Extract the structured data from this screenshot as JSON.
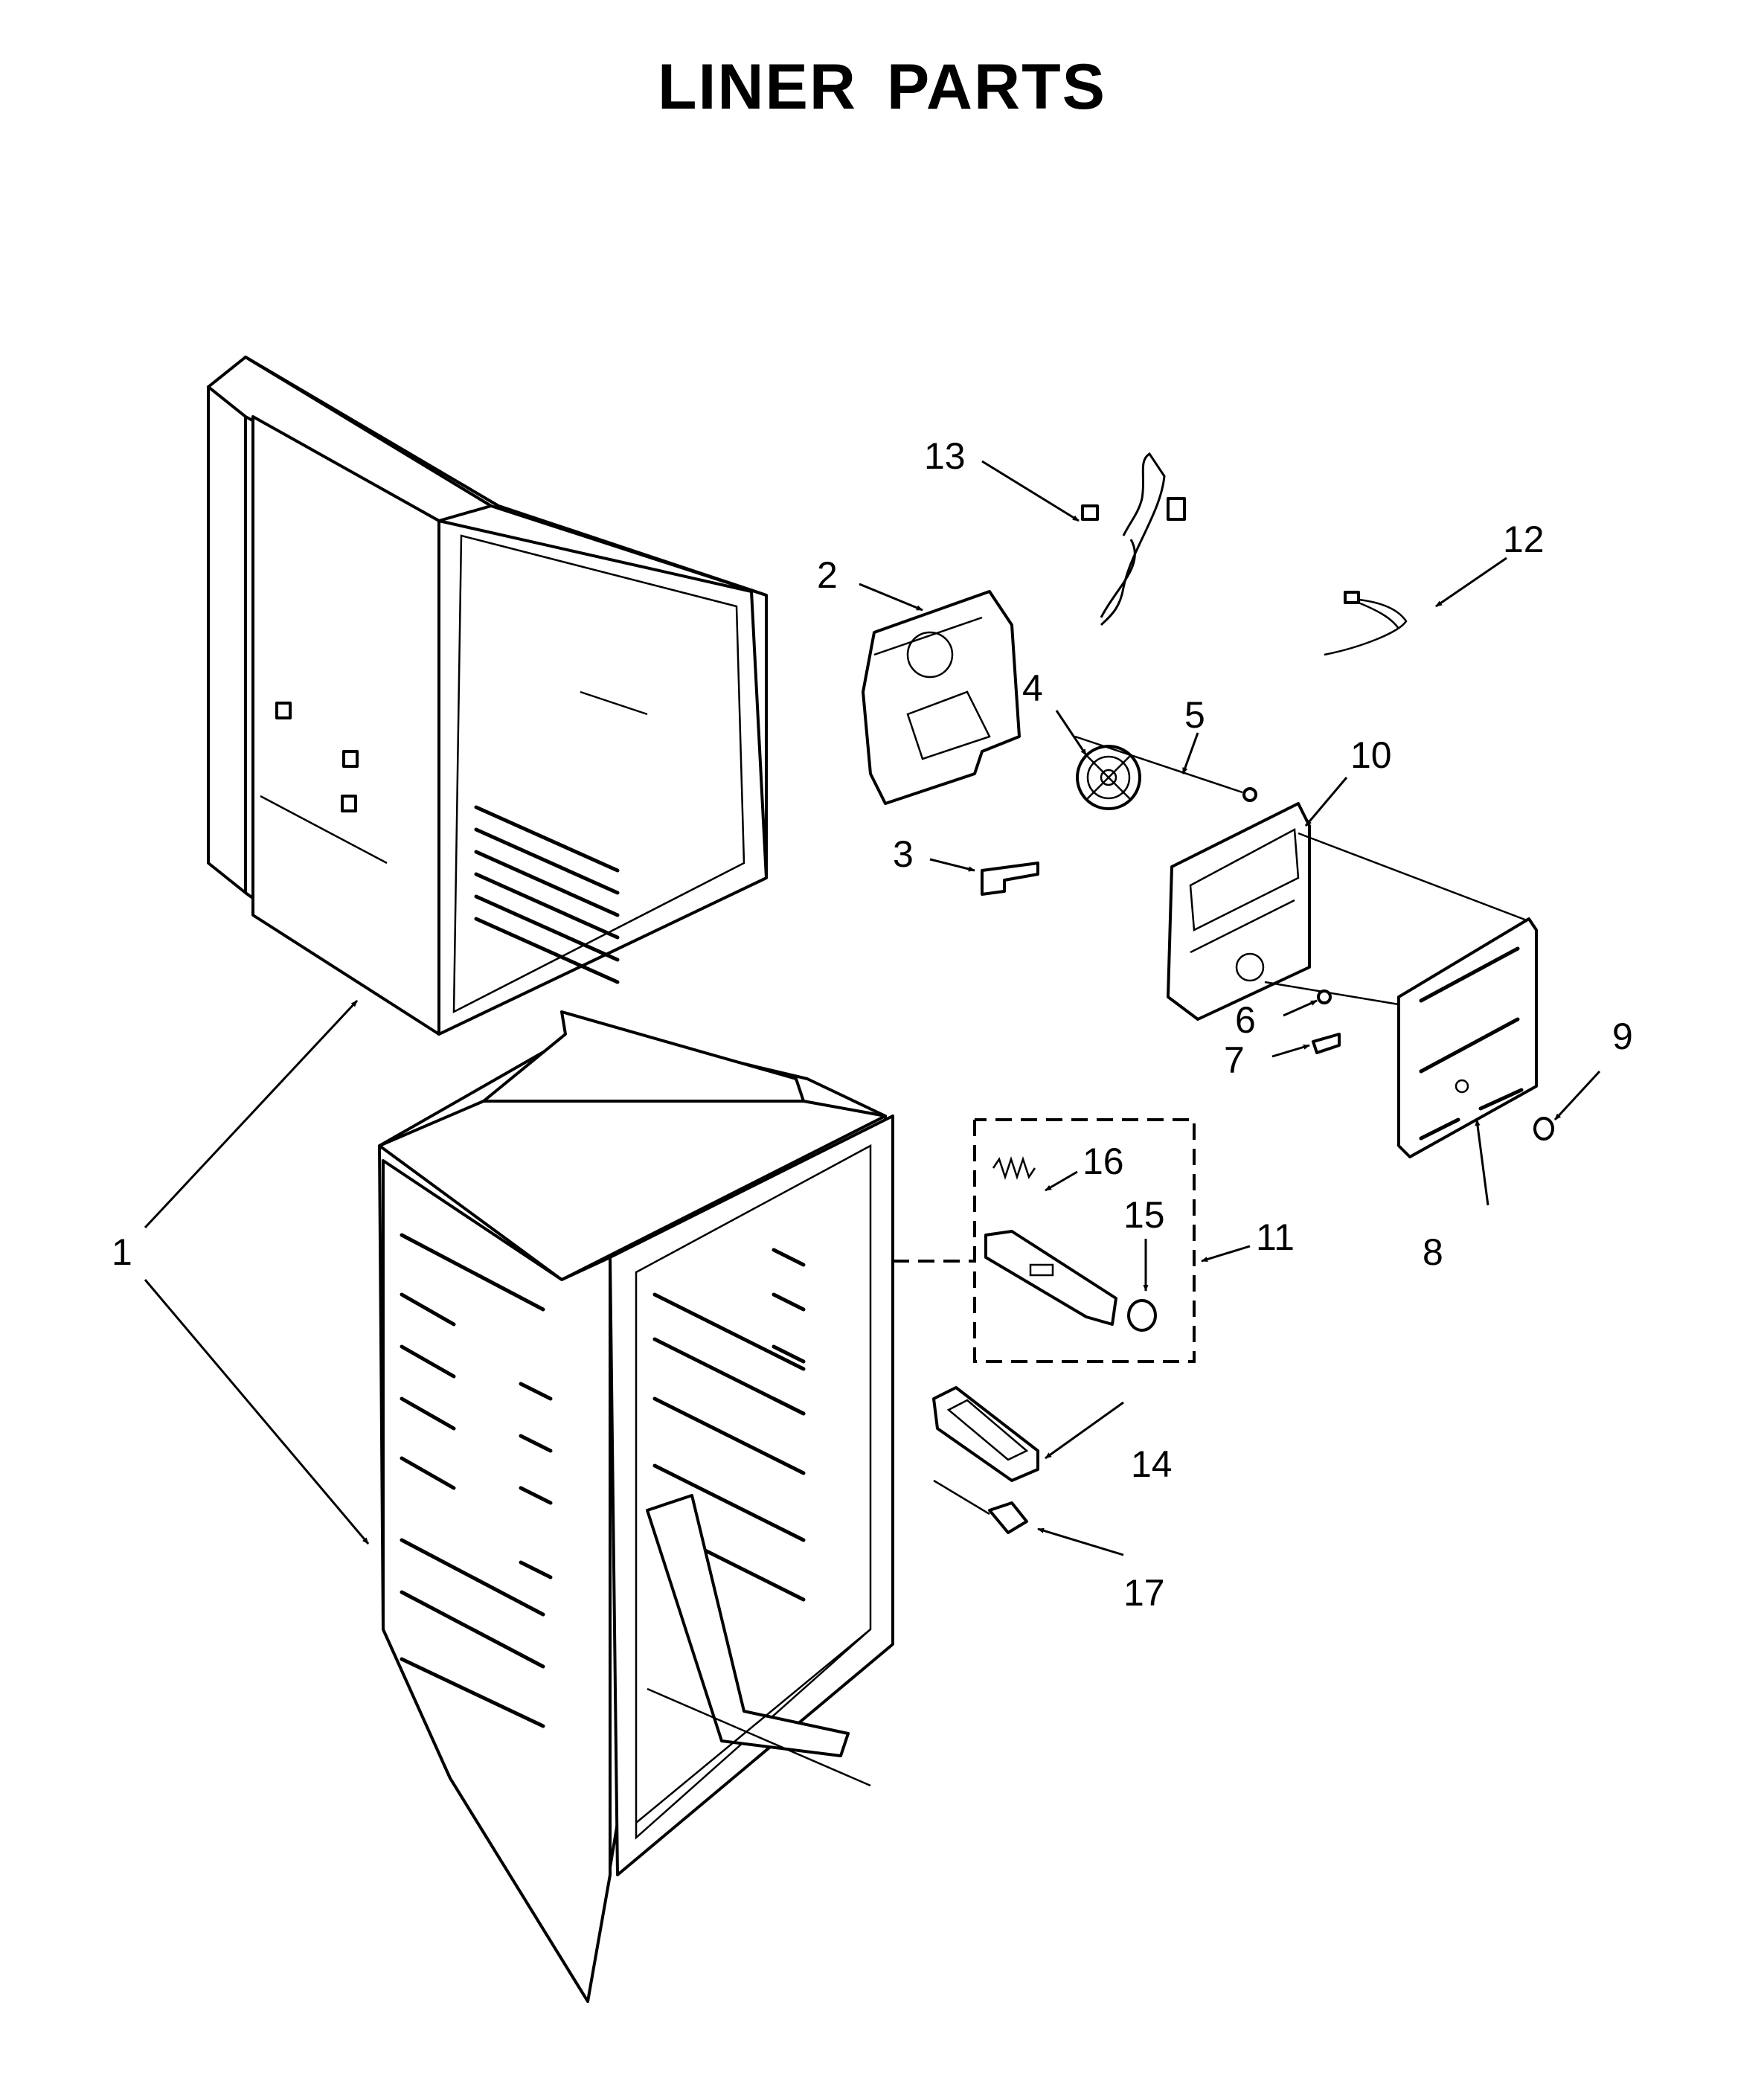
{
  "title": "LINER PARTS",
  "callouts": {
    "c1": "1",
    "c2": "2",
    "c3": "3",
    "c4": "4",
    "c5": "5",
    "c6": "6",
    "c7": "7",
    "c8": "8",
    "c9": "9",
    "c10": "10",
    "c11": "11",
    "c12": "12",
    "c13": "13",
    "c14": "14",
    "c15": "15",
    "c16": "16",
    "c17": "17"
  }
}
